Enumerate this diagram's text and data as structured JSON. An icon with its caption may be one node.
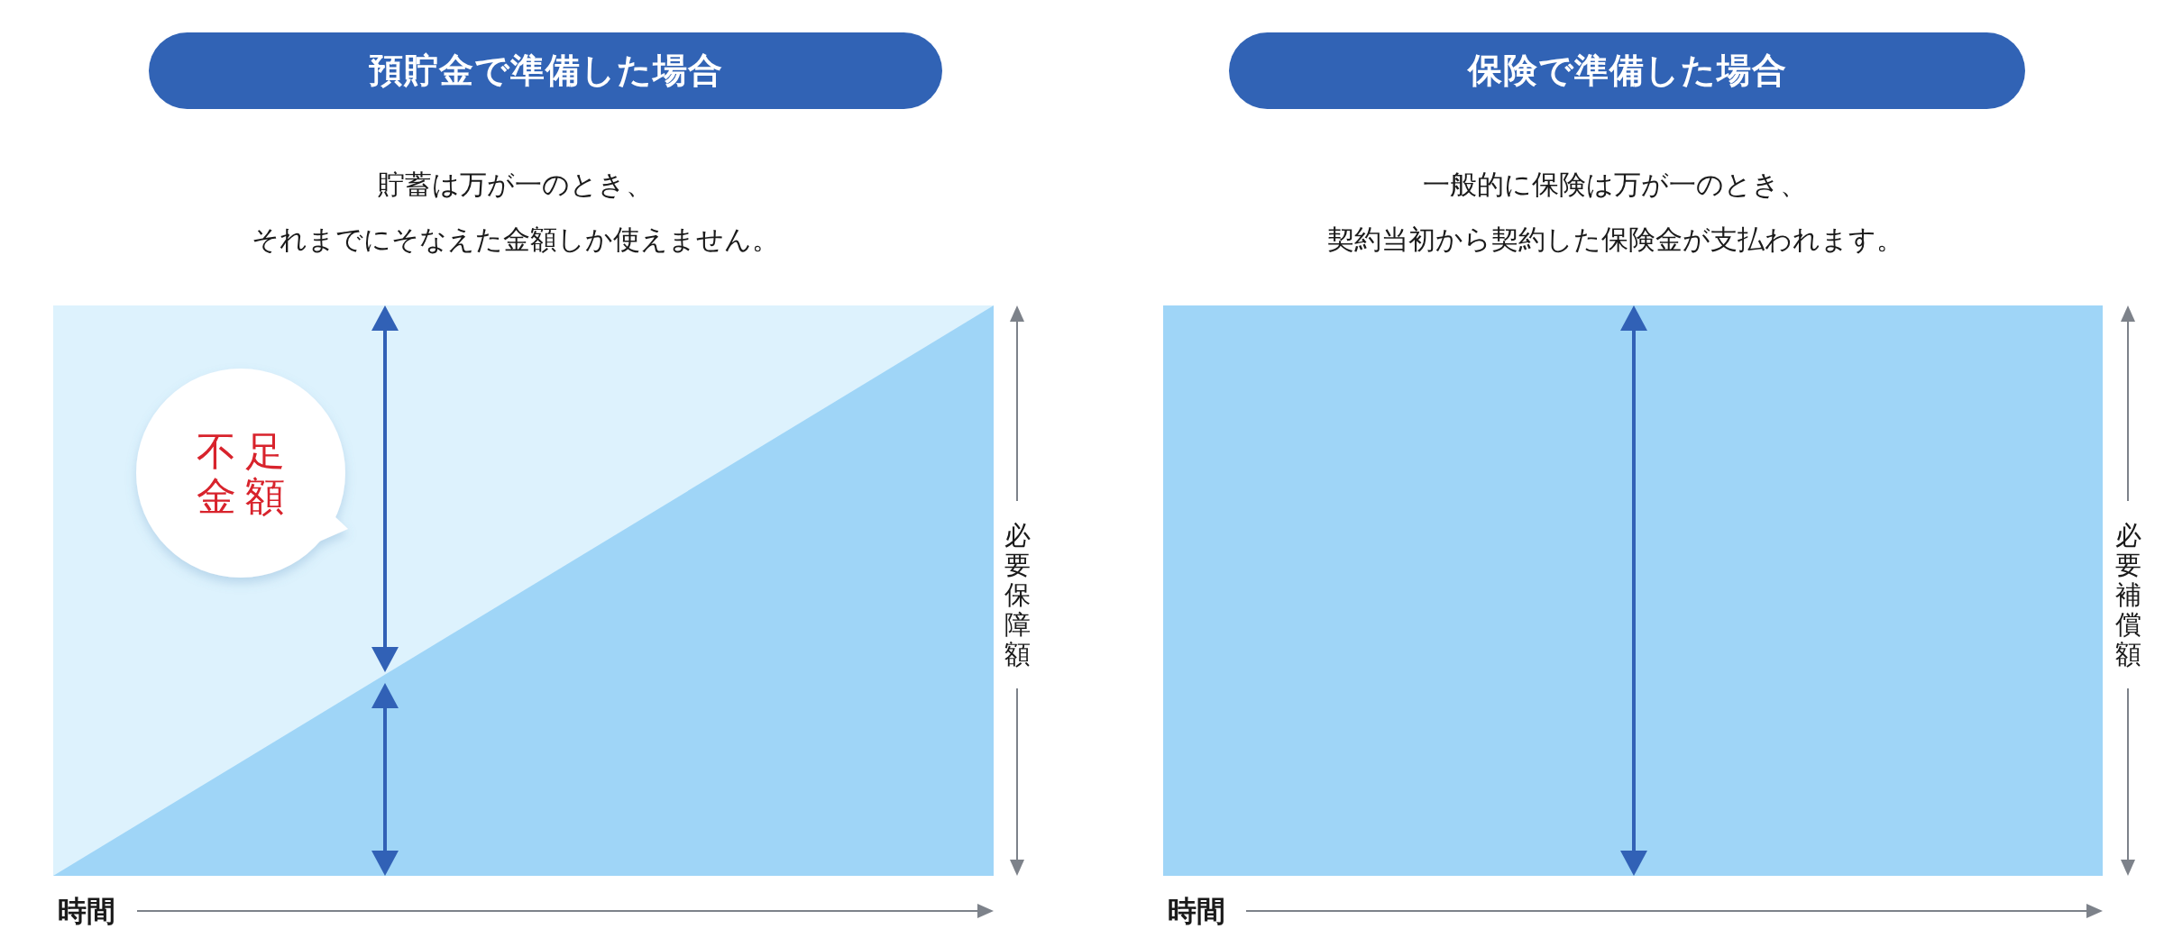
{
  "diagram": {
    "nodes": [
      {
        "text": [
          "預貯金で準備した場合"
        ]
      },
      {
        "text": [
          "不足金額"
        ]
      },
      {
        "text": [
          "保険で準備した場合"
        ]
      }
    ],
    "labels": [
      "貯蓄は万が一のとき、それまでにそなえた金額しか使えません。",
      "必要保障額",
      "時間",
      "一般的に保険は万が一のとき、契約当初から契約した保険金が支払われます。",
      "必要補償額",
      "時間"
    ]
  }
}
